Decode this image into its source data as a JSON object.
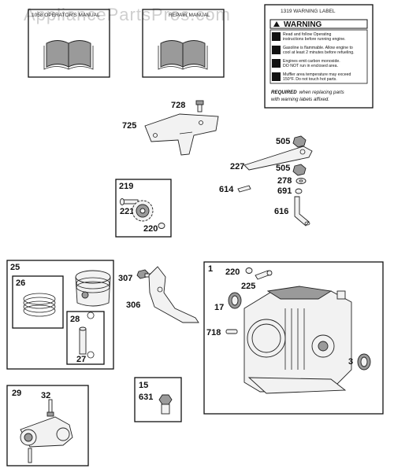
{
  "watermark": "AppliancePartsPros.com",
  "manuals": {
    "operators": "1058 OPERATOR'S MANUAL",
    "repair": "REPAIR MANUAL"
  },
  "warning_label": {
    "title": "1319 WARNING LABEL",
    "heading": "WARNING",
    "rows": [
      [
        "Read and follow Operating",
        "instructions before running engine."
      ],
      [
        "Gasoline is flammable. Allow engine to",
        "cool at least 2 minutes before refueling."
      ],
      [
        "Engines emit carbon monoxide.",
        "DO NOT run in enclosed area."
      ],
      [
        "Muffler area temperature may exceed",
        "150°F.  Do not touch hot parts."
      ]
    ],
    "required_bold": "REQUIRED",
    "required_rest": "when replacing parts",
    "required_line2": "with warning labels affixed."
  },
  "labels": {
    "p728": "728",
    "p725": "725",
    "p505a": "505",
    "p227": "227",
    "p505b": "505",
    "p278": "278",
    "p614": "614",
    "p691": "691",
    "p616": "616",
    "p219": "219",
    "p221": "221",
    "p220a": "220",
    "p25": "25",
    "p26": "26",
    "p28": "28",
    "p27": "27",
    "p307": "307",
    "p306": "306",
    "p1": "1",
    "p220b": "220",
    "p225": "225",
    "p17": "17",
    "p718": "718",
    "p3": "3",
    "p29": "29",
    "p32": "32",
    "p15": "15",
    "p631": "631"
  }
}
